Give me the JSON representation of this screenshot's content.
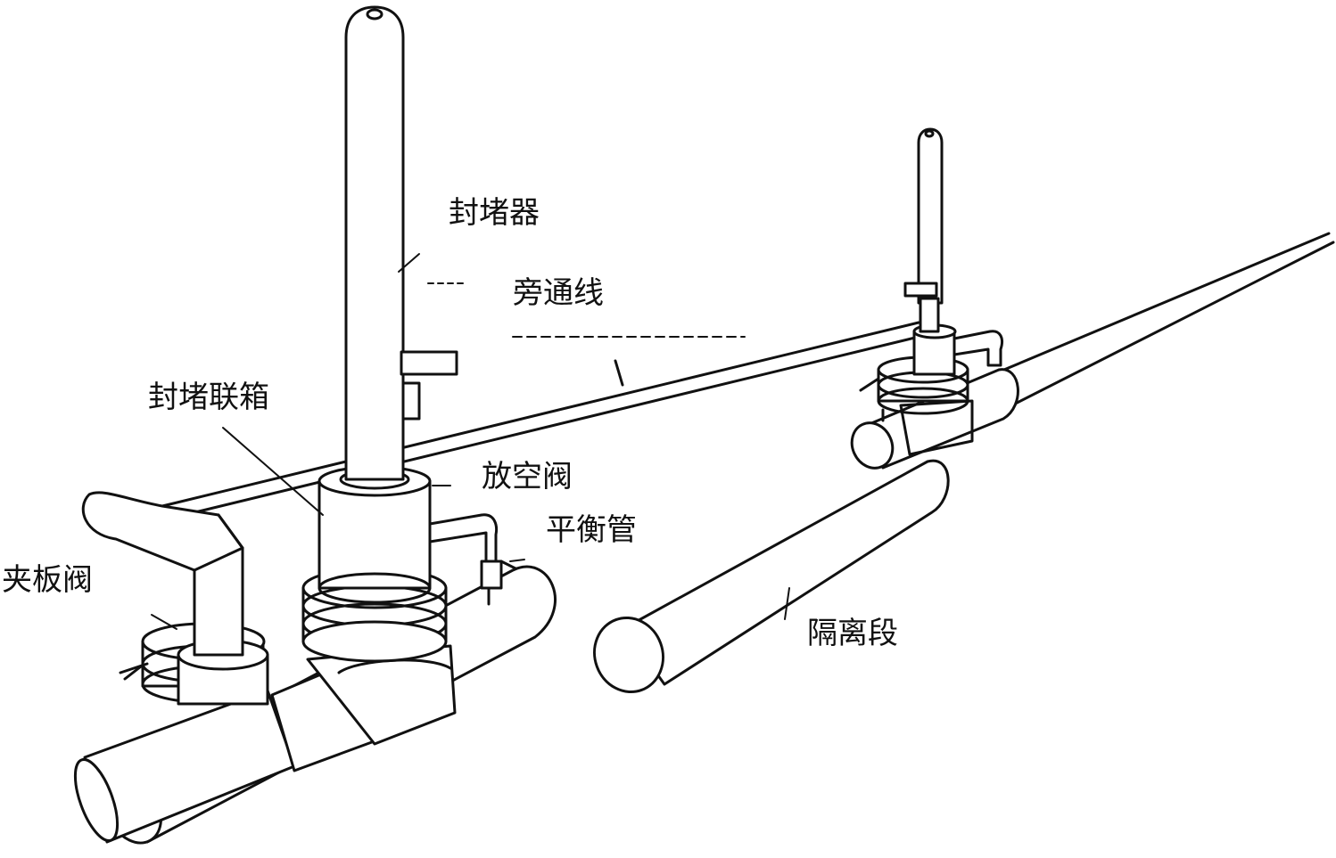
{
  "diagram": {
    "labels": {
      "plugger": "封堵器",
      "bypass_line": "旁通线",
      "plug_housing": "封堵联箱",
      "vent_valve": "放空阀",
      "balance_pipe": "平衡管",
      "gate_valve": "夹板阀",
      "isolation_section": "隔离段"
    },
    "colors": {
      "line": "#111111",
      "fill": "#ffffff"
    }
  }
}
